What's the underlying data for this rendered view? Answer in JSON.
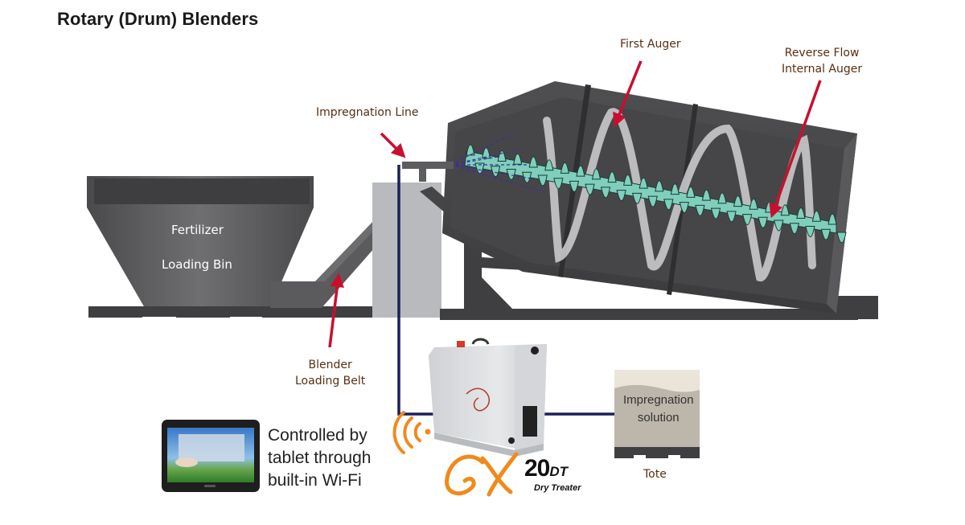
{
  "title": "Rotary (Drum) Blenders",
  "callouts": {
    "impregnation_line": "Impregnation Line",
    "first_auger": "First Auger",
    "reverse_flow": [
      "Reverse Flow",
      "Internal Auger"
    ],
    "loading_belt": [
      "Blender",
      "Loading Belt"
    ],
    "tote": "Tote"
  },
  "loading_bin": {
    "line1": "Fertilizer",
    "line2": "Loading Bin"
  },
  "tote_contents": [
    "Impregnation",
    "solution"
  ],
  "tablet_caption": [
    "Controlled by",
    "tablet through",
    "built-in Wi-Fi"
  ],
  "product": {
    "logo_text": "GX",
    "model_number": "20",
    "model_suffix": "DT",
    "subtitle": "Dry Treater"
  },
  "icons": {
    "wifi": "wifi-signal-icon",
    "arrows": "callout-arrow-icon"
  },
  "colors": {
    "callout_text": "#5a2e12",
    "arrow": "#c8102e",
    "pipe": "#1b1f5c",
    "auger": "#7fcfbc",
    "machine_dark": "#3d3d3f",
    "accent_orange": "#f08a1c"
  }
}
